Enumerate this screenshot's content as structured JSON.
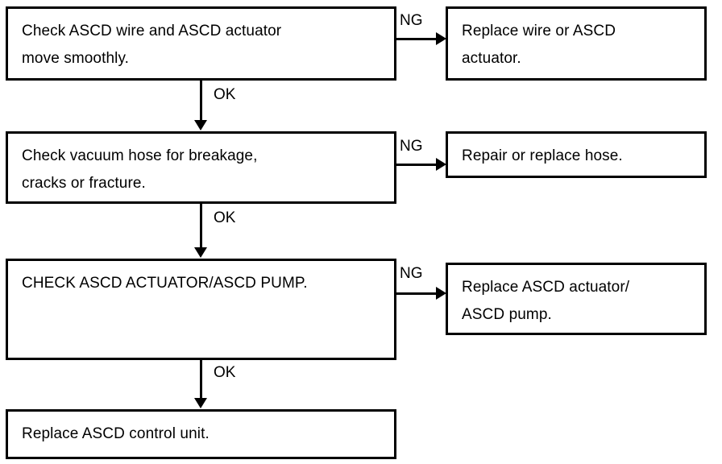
{
  "diagram": {
    "title": "ASCD diagnostic flowchart",
    "colors": {
      "line": "#000000",
      "background": "#ffffff",
      "text": "#000000"
    },
    "nodes": [
      {
        "id": "check-ascd-wire",
        "text": "Check ASCD wire and ASCD actuator\nmove smoothly."
      },
      {
        "id": "replace-wire-or-actuator",
        "text": "Replace wire or ASCD\nactuator."
      },
      {
        "id": "check-vacuum-hose",
        "text": "Check vacuum hose for breakage,\ncracks or fracture."
      },
      {
        "id": "repair-or-replace-hose",
        "text": "Repair or replace hose."
      },
      {
        "id": "check-ascd-actuator-pump",
        "text": "CHECK ASCD ACTUATOR/ASCD PUMP."
      },
      {
        "id": "replace-ascd-actuator-pump",
        "text": "Replace ASCD actuator/\nASCD pump."
      },
      {
        "id": "replace-ascd-control-unit",
        "text": "Replace ASCD control unit."
      }
    ],
    "edge_labels": {
      "ng_1": "NG",
      "ng_2": "NG",
      "ng_3": "NG",
      "ok_1": "OK",
      "ok_2": "OK",
      "ok_3": "OK"
    }
  }
}
